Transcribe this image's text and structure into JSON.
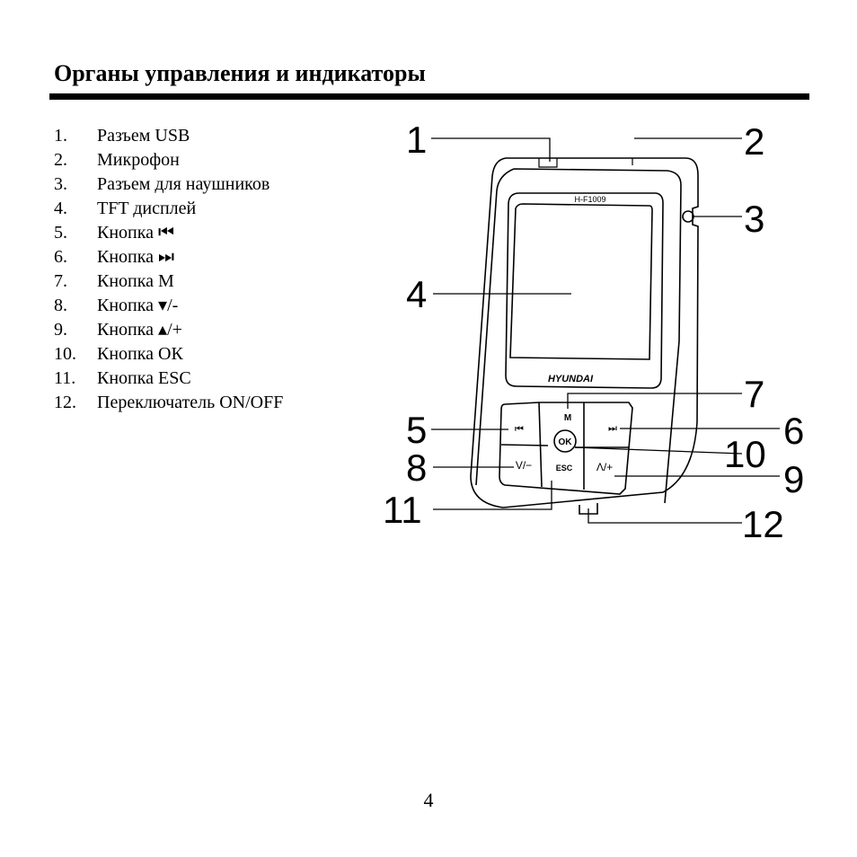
{
  "page": {
    "title": "Органы управления и индикаторы",
    "number": "4"
  },
  "legend": {
    "items": [
      {
        "num": "1.",
        "text": "Разъем USB"
      },
      {
        "num": "2.",
        "text": "Микрофон"
      },
      {
        "num": "3.",
        "text": "Разъем для наушников"
      },
      {
        "num": "4.",
        "text": "TFT дисплей"
      },
      {
        "num": "5.",
        "text": "Кнопка ⏮"
      },
      {
        "num": "6.",
        "text": "Кнопка ⏭"
      },
      {
        "num": "7.",
        "text": "Кнопка М"
      },
      {
        "num": "8.",
        "text": "Кнопка ▾/-"
      },
      {
        "num": "9.",
        "text": "Кнопка ▴/+"
      },
      {
        "num": "10.",
        "text": "Кнопка ОК"
      },
      {
        "num": "11.",
        "text": "Кнопка ESC"
      },
      {
        "num": "12.",
        "text": "Переключатель ON/OFF"
      }
    ]
  },
  "device": {
    "model": "H-F1009",
    "brand": "HYUNDAI",
    "buttons": {
      "m": "M",
      "ok": "OK",
      "esc": "ESC",
      "prev": "⏮",
      "next": "⏭",
      "down": "V/−",
      "up": "Λ/+"
    }
  },
  "callouts": [
    "1",
    "2",
    "3",
    "4",
    "5",
    "6",
    "7",
    "8",
    "9",
    "10",
    "11",
    "12"
  ]
}
